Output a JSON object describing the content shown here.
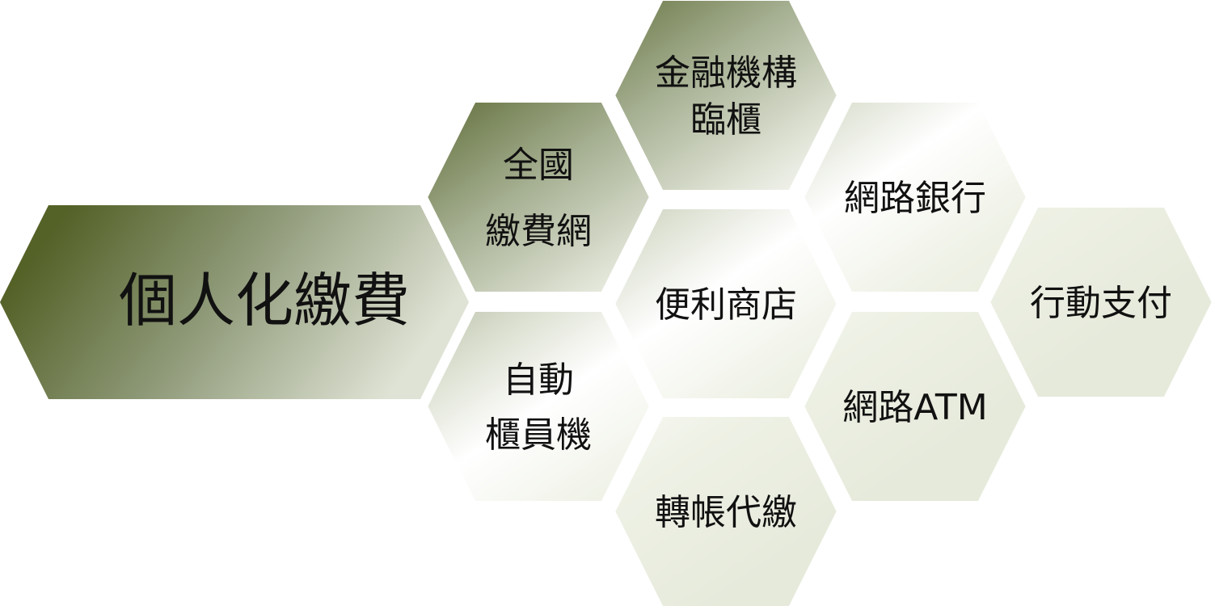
{
  "diagram": {
    "main": {
      "label": "個人化繳費"
    },
    "channels": [
      {
        "id": "financial-counter",
        "lines": [
          "金融機構",
          "臨櫃"
        ]
      },
      {
        "id": "national-payment-network",
        "lines": [
          "全國",
          "繳費網"
        ]
      },
      {
        "id": "online-banking",
        "lines": [
          "網路銀行"
        ]
      },
      {
        "id": "convenience-store",
        "lines": [
          "便利商店"
        ]
      },
      {
        "id": "mobile-payment",
        "lines": [
          "行動支付"
        ]
      },
      {
        "id": "atm",
        "lines": [
          "自動",
          "櫃員機"
        ]
      },
      {
        "id": "online-atm",
        "lines": [
          "網路ATM"
        ]
      },
      {
        "id": "transfer-debit",
        "lines": [
          "轉帳代繳"
        ]
      }
    ]
  },
  "colors": {
    "dark": "#546127",
    "mid": "#a4ae90",
    "light": "#e7ebdc",
    "white": "#ffffff",
    "text": "#111111"
  }
}
